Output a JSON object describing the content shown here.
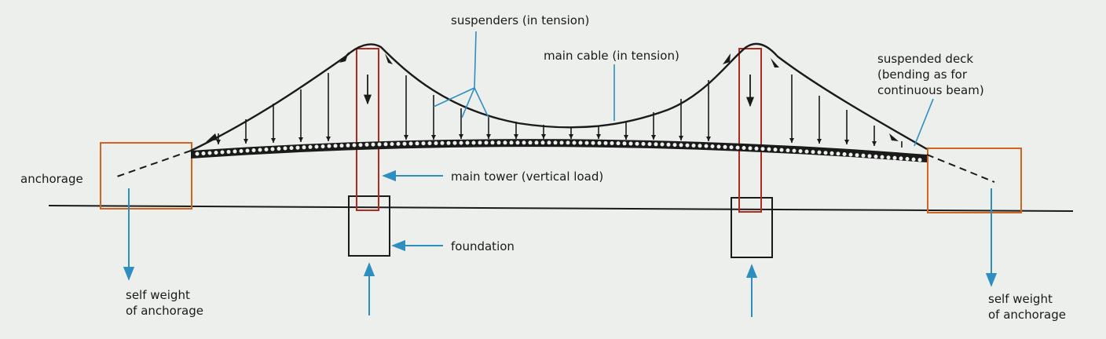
{
  "labels": {
    "suspenders": "suspenders (in tension)",
    "main_cable": "main cable (in tension)",
    "suspended_deck_line1": "suspended deck",
    "suspended_deck_line2": "(bending as for",
    "suspended_deck_line3": "continuous beam)",
    "anchorage": "anchorage",
    "main_tower": "main tower (vertical load)",
    "foundation": "foundation",
    "self_weight_left_line1": "self weight",
    "self_weight_left_line2": "of anchorage",
    "self_weight_right_line1": "self weight",
    "self_weight_right_line2": "of anchorage"
  },
  "colors": {
    "background": "#ecefec",
    "ink": "#1a1a1a",
    "tower": "#b02a1e",
    "anchorage": "#d0651e",
    "leader": "#2f8ec0"
  }
}
